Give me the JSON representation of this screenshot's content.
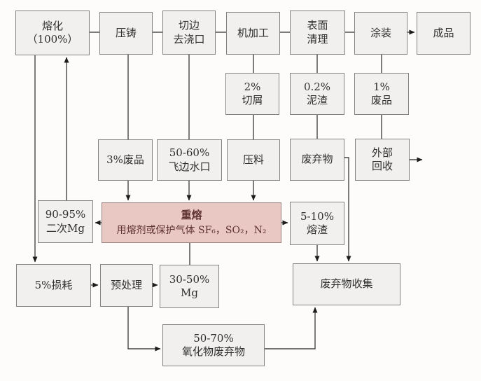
{
  "nodes": {
    "melting": {
      "label": "熔化\n（100%）"
    },
    "die_casting": {
      "label": "压铸"
    },
    "trimming": {
      "label": "切边\n去浇口"
    },
    "machining": {
      "label": "机加工"
    },
    "surface_cleaning": {
      "label": "表面\n清理"
    },
    "coating": {
      "label": "涂装"
    },
    "finished_product": {
      "label": "成品"
    },
    "chips": {
      "label": "2%\n切屑"
    },
    "sludge": {
      "label": "0.2%\n泥渣"
    },
    "scrap_1": {
      "label": "1%\n废品"
    },
    "scrap_3": {
      "label": "3%废品"
    },
    "flash_gate": {
      "label": "50-60%\n飞边水口"
    },
    "press_material": {
      "label": "压料"
    },
    "waste": {
      "label": "废弃物"
    },
    "external_recycling": {
      "label": "外部\n回收"
    },
    "secondary_mg": {
      "label": "90-95%\n二次Mg"
    },
    "remelting": {
      "title": "重熔",
      "subtitle": "用熔剂或保护气体 SF₆，SO₂，N₂"
    },
    "slag": {
      "label": "5-10%\n熔渣"
    },
    "loss": {
      "label": "5%损耗"
    },
    "pretreatment": {
      "label": "预处理"
    },
    "mg_recovered": {
      "label": "30-50%\nMg"
    },
    "waste_collection": {
      "label": "废弃物收集"
    },
    "oxide_waste": {
      "label": "50-70%\n氧化物废弃物"
    }
  },
  "edges": [
    {
      "from": "熔化（100%）",
      "to": "压铸"
    },
    {
      "from": "压铸",
      "to": "切边去浇口"
    },
    {
      "from": "切边去浇口",
      "to": "机加工"
    },
    {
      "from": "机加工",
      "to": "表面清理"
    },
    {
      "from": "表面清理",
      "to": "涂装"
    },
    {
      "from": "涂装",
      "to": "成品"
    },
    {
      "from": "压铸",
      "to": "3%废品"
    },
    {
      "from": "切边去浇口",
      "to": "50-60%飞边水口"
    },
    {
      "from": "机加工",
      "to": "2%切屑"
    },
    {
      "from": "2%切屑",
      "to": "压料"
    },
    {
      "from": "表面清理",
      "to": "0.2%泥渣"
    },
    {
      "from": "0.2%泥渣",
      "to": "废弃物"
    },
    {
      "from": "涂装",
      "to": "1%废品"
    },
    {
      "from": "1%废品",
      "to": "外部回收"
    },
    {
      "from": "3%废品",
      "to": "重熔"
    },
    {
      "from": "50-60%飞边水口",
      "to": "重熔"
    },
    {
      "from": "压料",
      "to": "重熔"
    },
    {
      "from": "重熔",
      "to": "90-95%二次Mg"
    },
    {
      "from": "重熔",
      "to": "5-10%熔渣"
    },
    {
      "from": "重熔",
      "to": "30-50%Mg"
    },
    {
      "from": "90-95%二次Mg",
      "to": "熔化（100%）"
    },
    {
      "from": "熔化（100%）",
      "to": "5%损耗"
    },
    {
      "from": "5%损耗",
      "to": "预处理"
    },
    {
      "from": "预处理",
      "to": "30-50%Mg"
    },
    {
      "from": "预处理",
      "to": "50-70%氧化物废弃物"
    },
    {
      "from": "50-70%氧化物废弃物",
      "to": "废弃物收集"
    },
    {
      "from": "5-10%熔渣",
      "to": "废弃物收集"
    },
    {
      "from": "废弃物",
      "to": "废弃物收集"
    },
    {
      "from": "外部回收",
      "to": "exit-right"
    }
  ],
  "colors": {
    "box_fill": "#f1f0ee",
    "box_border": "#828282",
    "highlight_fill": "#e9c7c3",
    "highlight_border": "#97807d",
    "highlight_text": "#5e3231",
    "line": "#454545"
  }
}
